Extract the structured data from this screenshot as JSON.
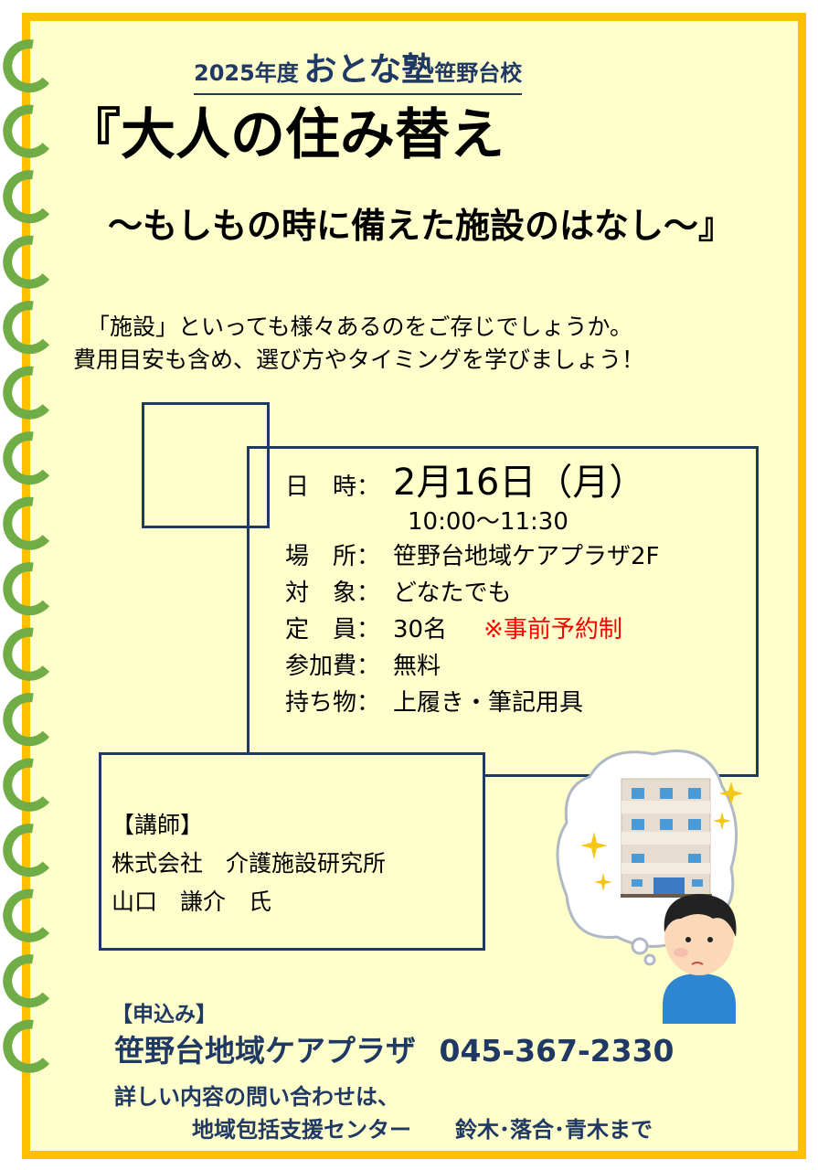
{
  "header": {
    "year": "2025年度",
    "brand": "おとな塾",
    "school": "笹野台校"
  },
  "title": {
    "main": "『大人の住み替え",
    "sub": "～もしもの時に備えた施設のはなし～』"
  },
  "intro": [
    "「施設」といっても様々あるのをご存じでしょうか。",
    "費用目安も含め、選び方やタイミングを学びましょう！"
  ],
  "details": {
    "date_label": "日　時：",
    "date": "2月16日（月）",
    "time": "10:00～11:30",
    "place_label": "場　所：",
    "place": "笹野台地域ケアプラザ2F",
    "target_label": "対　象：",
    "target": "どなたでも",
    "capacity_label": "定　員：",
    "capacity": "30名",
    "reservation": "※事前予約制",
    "fee_label": "参加費：",
    "fee": "無料",
    "items_label": "持ち物：",
    "items": "上履き・筆記用具"
  },
  "lecturer": {
    "heading": "【講師】",
    "company": "株式会社　介護施設研究所",
    "name": "山口　謙介　氏"
  },
  "apply": {
    "heading": "【申込み】",
    "org": "笹野台地域ケアプラザ",
    "phone": "045-367-2330",
    "note": "詳しい内容の問い合わせは、",
    "contact": "地域包括支援センター　　鈴木･落合･青木まで"
  },
  "colors": {
    "navy": "#1f3864",
    "frame": "#ffc000",
    "bg": "#ffffcc",
    "rings": "#70ad47",
    "red": "#ff0000"
  }
}
